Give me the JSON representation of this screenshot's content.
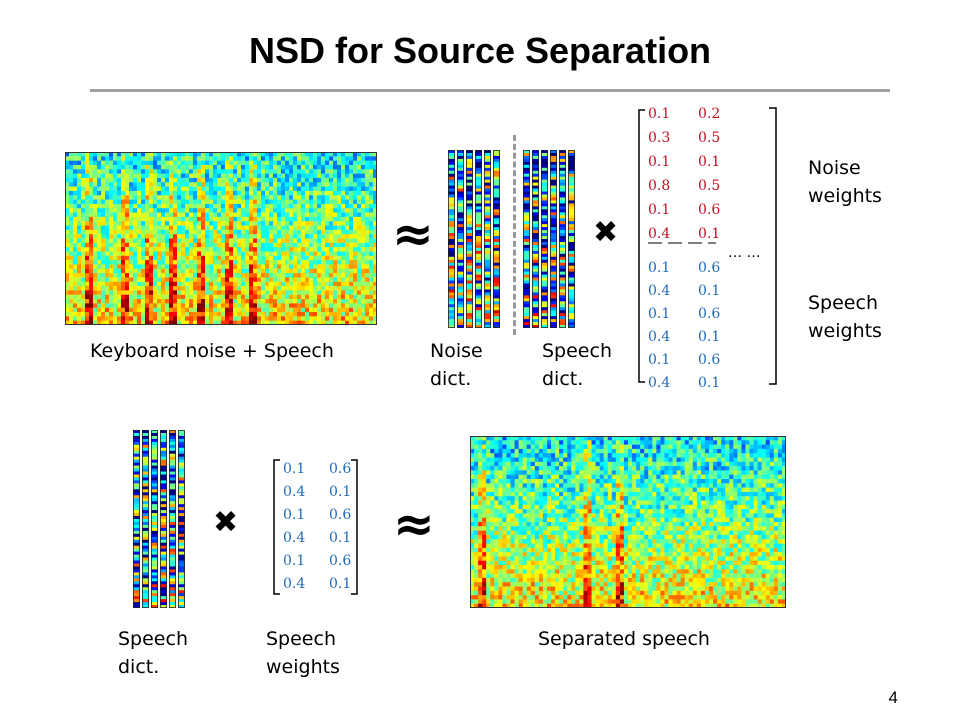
{
  "slide": {
    "title": "NSD for Source Separation",
    "page_number": "4"
  },
  "labels": {
    "mixture": "Keyboard noise + Speech",
    "noise_dict_1": "Noise",
    "noise_dict_2": "dict.",
    "speech_dict_1": "Speech",
    "speech_dict_2": "dict.",
    "noise_weights_1": "Noise",
    "noise_weights_2": "weights",
    "speech_weights_1": "Speech",
    "speech_weights_2": "weights",
    "bottom_speech_dict_1": "Speech",
    "bottom_speech_dict_2": "dict.",
    "bottom_speech_weights_1": "Speech",
    "bottom_speech_weights_2": "weights",
    "separated": "Separated speech"
  },
  "symbols": {
    "approx": "≈",
    "times": "✖",
    "ellipsis": "… …"
  },
  "matrices": {
    "noise_weights": [
      [
        "0.1",
        "0.2"
      ],
      [
        "0.3",
        "0.5"
      ],
      [
        "0.1",
        "0.1"
      ],
      [
        "0.8",
        "0.5"
      ],
      [
        "0.1",
        "0.6"
      ],
      [
        "0.4",
        "0.1"
      ]
    ],
    "speech_weights": [
      [
        "0.1",
        "0.6"
      ],
      [
        "0.4",
        "0.1"
      ],
      [
        "0.1",
        "0.6"
      ],
      [
        "0.4",
        "0.1"
      ],
      [
        "0.1",
        "0.6"
      ],
      [
        "0.4",
        "0.1"
      ]
    ],
    "bottom_speech_weights": [
      [
        "0.1",
        "0.6"
      ],
      [
        "0.4",
        "0.1"
      ],
      [
        "0.1",
        "0.6"
      ],
      [
        "0.4",
        "0.1"
      ],
      [
        "0.1",
        "0.6"
      ],
      [
        "0.4",
        "0.1"
      ]
    ]
  },
  "colors": {
    "noise_weights": "#c0111f",
    "speech_weights": "#1f6bb5",
    "title_rule": "#a0a0a0"
  }
}
